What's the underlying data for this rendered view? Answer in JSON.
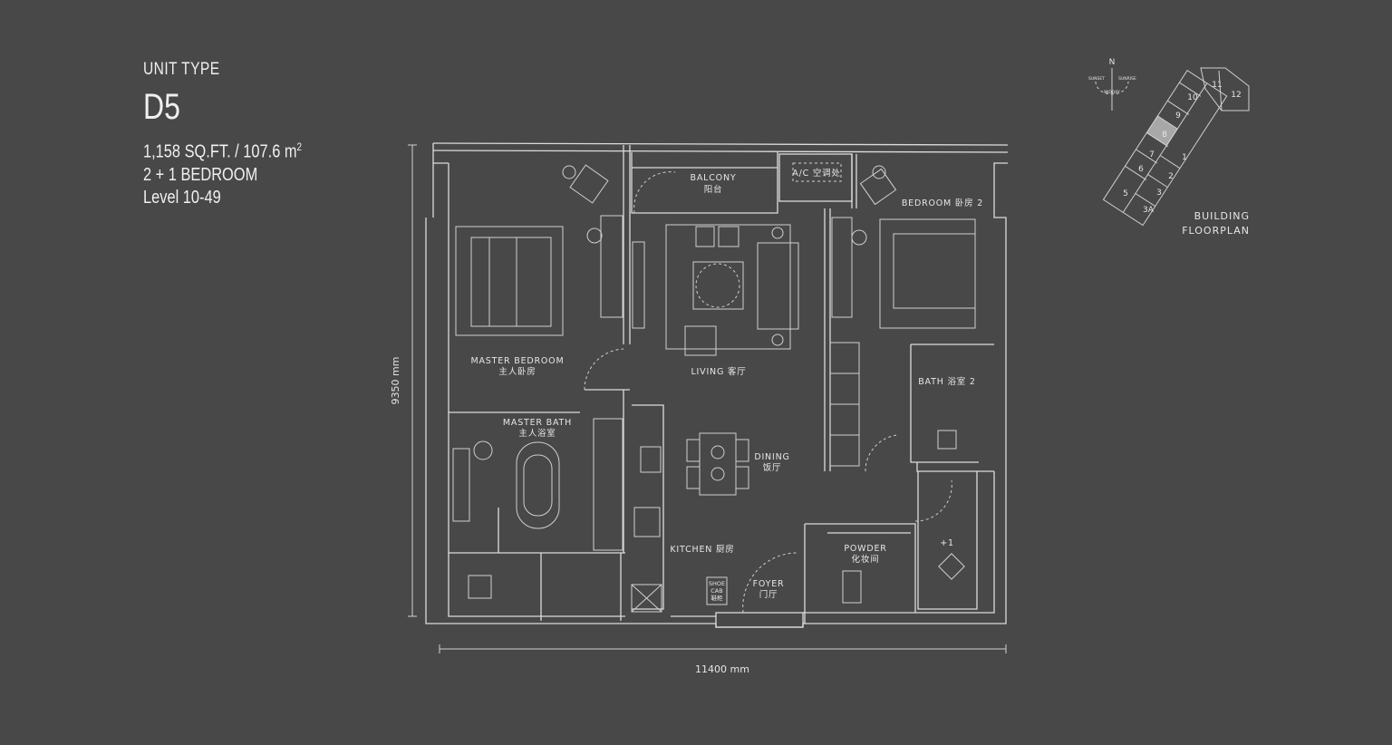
{
  "info": {
    "unit_type_label": "UNIT TYPE",
    "unit_code": "D5",
    "area": "1,158 SQ.FT. / 107.6 m",
    "area_sup": "2",
    "bedrooms": "2 + 1 BEDROOM",
    "levels": "Level 10-49"
  },
  "rooms": {
    "balcony_en": "BALCONY",
    "balcony_cn": "阳台",
    "ac": "A/C 空调处",
    "bedroom2": "BEDROOM 卧房 2",
    "master_bedroom_en": "MASTER BEDROOM",
    "master_bedroom_cn": "主人卧房",
    "living": "LIVING 客厅",
    "master_bath_en": "MASTER BATH",
    "master_bath_cn": "主人浴室",
    "bath2": "BATH 浴室 2",
    "dining_en": "DINING",
    "dining_cn": "饭厅",
    "kitchen": "KITCHEN 厨房",
    "shoe1": "SHOE",
    "shoe2": "CAB",
    "shoe3": "鞋柜",
    "foyer_en": "FOYER",
    "foyer_cn": "门厅",
    "powder_en": "POWDER",
    "powder_cn": "化妆间",
    "plus_one": "+1"
  },
  "dimensions": {
    "height": "9350 mm",
    "width": "11400 mm"
  },
  "key_plan": {
    "north": "N",
    "sunset": "SUNSET",
    "sunrise": "SUNRISE",
    "midday": "MIDDAY",
    "title_line1": "BUILDING",
    "title_line2": "FLOORPLAN",
    "highlighted_unit": "8",
    "units": [
      "10",
      "11",
      "12",
      "9",
      "8",
      "7",
      "1",
      "6",
      "2",
      "5",
      "3",
      "3A"
    ]
  },
  "colors": {
    "background": "#484848",
    "lines": "#dcdcdc",
    "highlight": "#a8a8a8"
  }
}
